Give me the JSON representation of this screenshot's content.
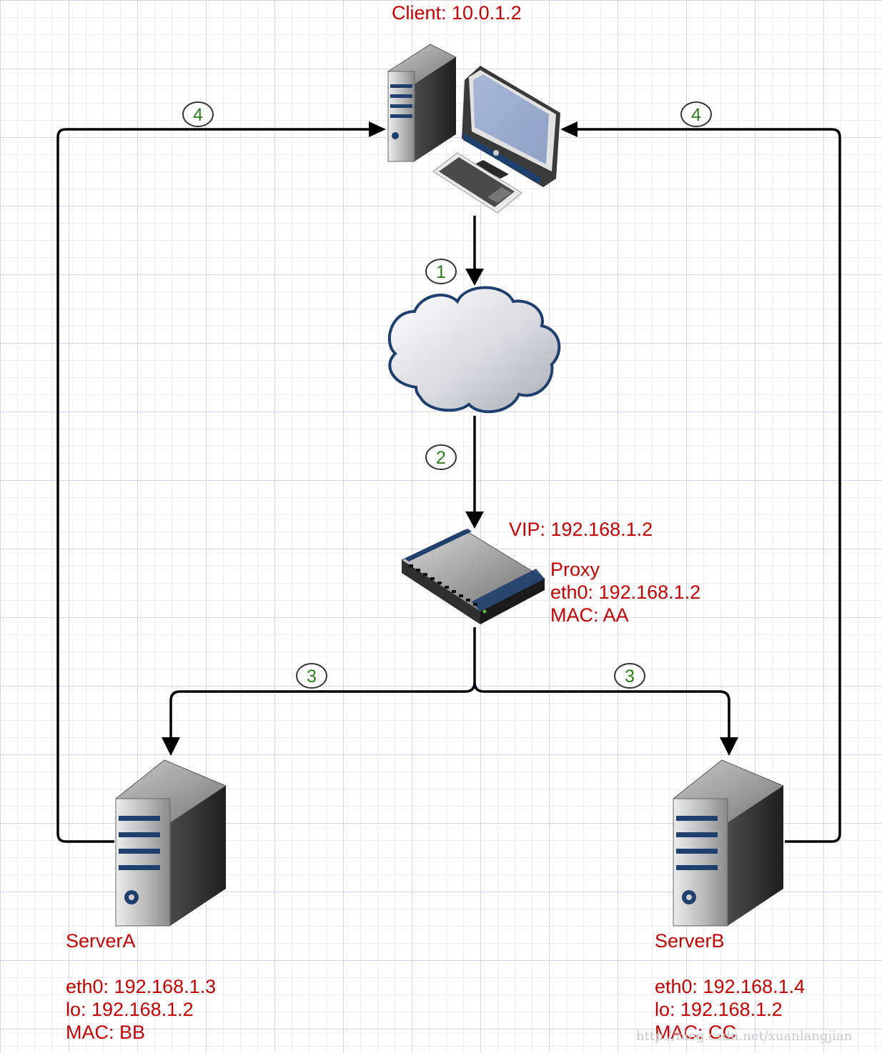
{
  "client": {
    "title": "Client: 10.0.1.2"
  },
  "proxy": {
    "vip": "VIP: 192.168.1.2",
    "lines": [
      "Proxy",
      "eth0: 192.168.1.2",
      "MAC: AA"
    ]
  },
  "server_a": {
    "lines": [
      "ServerA",
      "",
      "eth0: 192.168.1.3",
      "lo: 192.168.1.2",
      "MAC: BB"
    ]
  },
  "server_b": {
    "lines": [
      "ServerB",
      "",
      "eth0: 192.168.1.4",
      "lo: 192.168.1.2",
      "MAC: CC"
    ]
  },
  "steps": {
    "step_4_left": "4",
    "step_4_right": "4",
    "step_1": "1",
    "step_2": "2",
    "step_3_left": "3",
    "step_3_right": "3"
  },
  "watermark": "http://blog.csdn.net/xuanlangjian",
  "colors": {
    "label": "#c00000",
    "step_number": "#2e7d1f",
    "line": "#000000"
  }
}
